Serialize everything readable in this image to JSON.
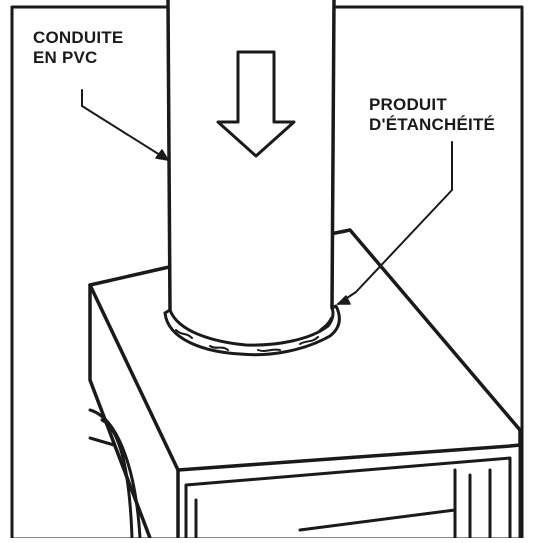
{
  "labels": {
    "pipe": {
      "line1": "CONDUITE",
      "line2": "EN PVC"
    },
    "sealant": {
      "line1": "PRODUIT",
      "line2": "D'ÉTANCHÉITÉ"
    }
  },
  "colors": {
    "ink": "#1a1a1a",
    "background": "#ffffff"
  },
  "icons": {
    "flow_direction": "down-arrow-icon"
  }
}
